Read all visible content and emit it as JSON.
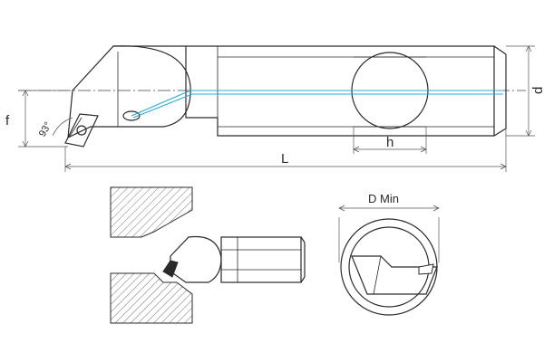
{
  "labels": {
    "f": "f",
    "angle": "93°",
    "d": "d",
    "h": "h",
    "L": "L",
    "d_min": "D Min"
  },
  "colors": {
    "line": "#2a2a2a",
    "coolant": "#2aa9dc",
    "hatch": "#555555"
  }
}
